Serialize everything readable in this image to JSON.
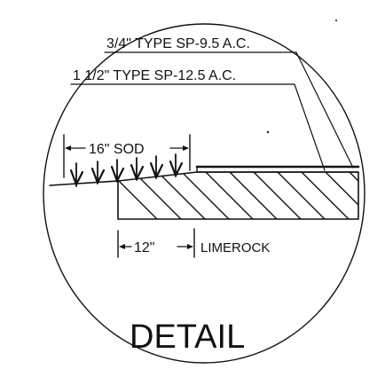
{
  "labels": {
    "surface_course": "3/4\" TYPE SP-9.5 A.C.",
    "base_course": "1 1/2\" TYPE SP-12.5 A.C.",
    "sod_width": "16\" SOD",
    "limerock_width": "12\"",
    "limerock": "LIMEROCK",
    "detail": "DETAIL"
  },
  "colors": {
    "ink": "#111111",
    "paper": "#ffffff"
  }
}
